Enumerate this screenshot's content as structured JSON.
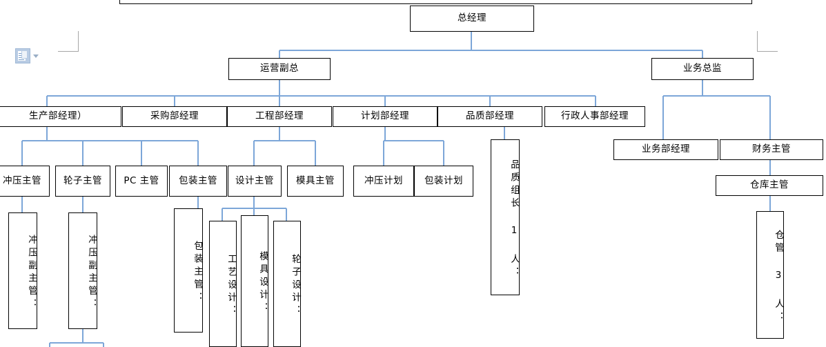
{
  "document": {
    "type": "organization-chart",
    "title_box": "总经理",
    "connector_color": "#7CA6D8",
    "box_border_color": "#000000",
    "margin_mark_color": "#A6A6A6",
    "background": "#FFFFFF"
  },
  "nodes": {
    "general_manager": "总经理",
    "ops_vp": "运营副总",
    "business_director": "业务总监",
    "dept_production": "生产部经理）",
    "dept_purchasing": "采购部经理",
    "dept_engineering": "工程部经理",
    "dept_planning": "计划部经理",
    "dept_quality": "品质部经理",
    "dept_hr_admin": "行政人事部经理",
    "sup_stamping": "冲压主管",
    "sup_wheel": "轮子主管",
    "sup_pc": "PC 主管",
    "sup_packing": "包装主管",
    "sup_design": "设计主管",
    "sup_mould": "模具主管",
    "plan_stamping": "冲压计划",
    "plan_packing": "包装计划",
    "quality_leader": "品质组长 1 人：",
    "business_manager": "业务部经理",
    "finance_supervisor": "财务主管",
    "warehouse_supervisor": "仓库主管",
    "stamping_deputy_1": "冲压副主管：",
    "stamping_deputy_2": "冲压副主管：",
    "packing_supervisor_v": "包装主管：",
    "process_design": "工艺设计：",
    "mould_design": "模具设计：",
    "wheel_design": "轮子设计：",
    "warehouse_keeper": "仓管 3 人："
  },
  "smart_tag": {
    "name": "paste-options",
    "icon": "paste-icon",
    "caret": "chevron-down-icon"
  }
}
